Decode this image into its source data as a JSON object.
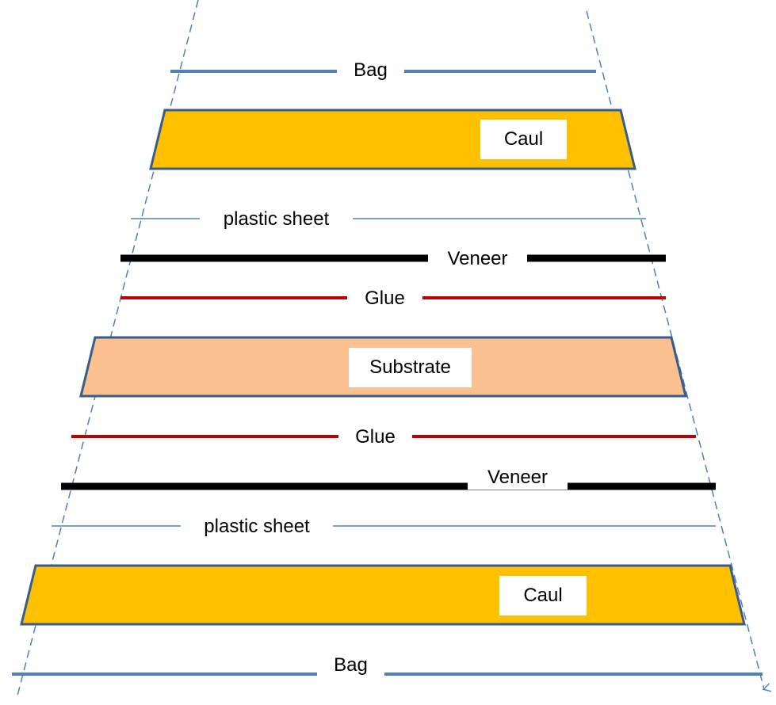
{
  "labels": {
    "bag_top": "Bag",
    "caul_top": "Caul",
    "plastic_top": "plastic sheet",
    "veneer_top": "Veneer",
    "glue_top": "Glue",
    "substrate": "Substrate",
    "glue_bottom": "Glue",
    "veneer_bottom": "Veneer",
    "plastic_bottom": "plastic sheet",
    "caul_bottom": "Caul",
    "bag_bottom": "Bag"
  },
  "colors": {
    "bag": "#4F81BD",
    "caul_fill": "#FFC000",
    "substrate_fill": "#FAC090",
    "outline": "#385D8A",
    "veneer": "#000000",
    "glue": "#C00000",
    "dashed": "#4F81BD"
  }
}
